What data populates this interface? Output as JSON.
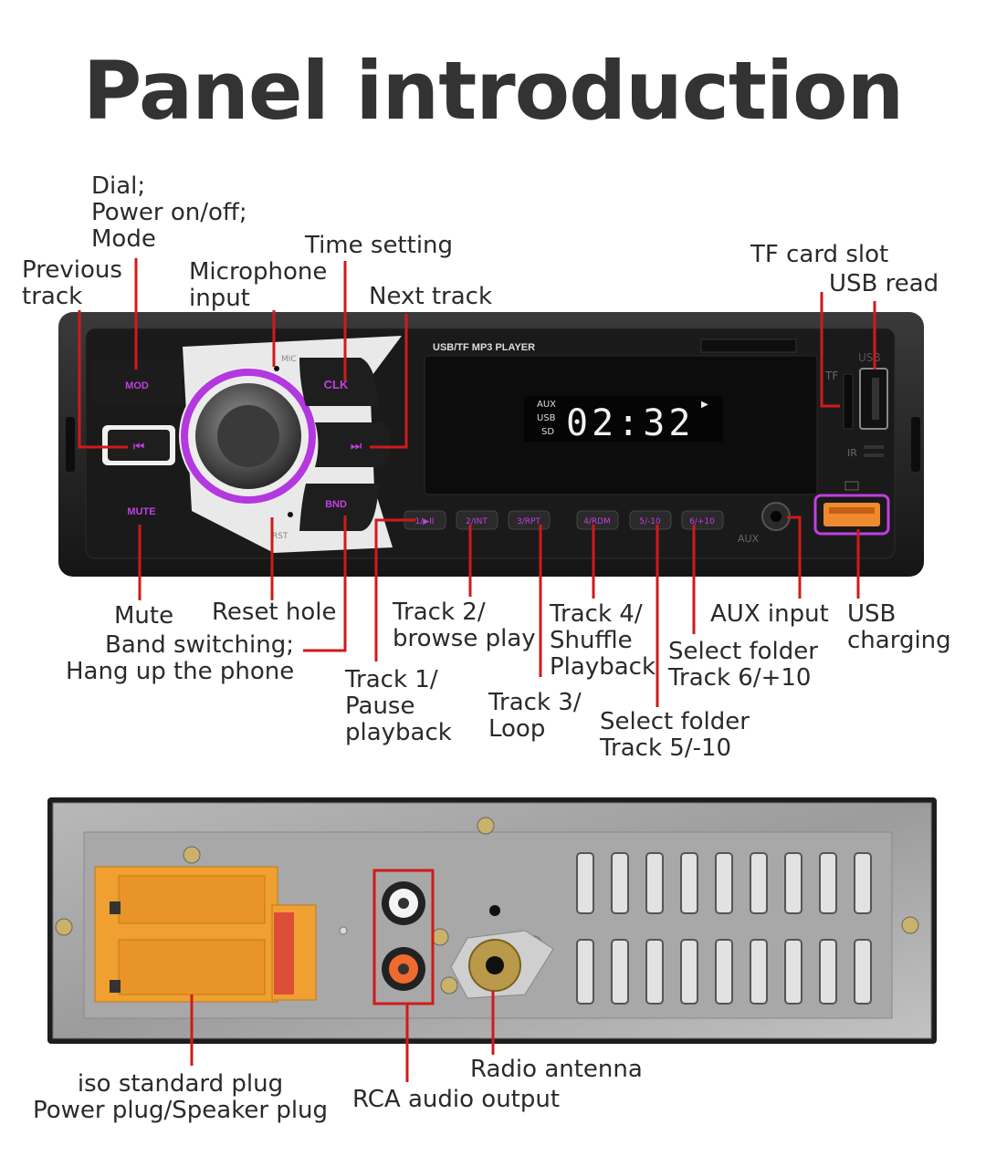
{
  "title": "Panel introduction",
  "front_panel": {
    "display_header": "USB/TF MP3 PLAYER",
    "display_sources": [
      "AUX",
      "USB",
      "SD"
    ],
    "display_time": "02:32",
    "buttons": {
      "mod": "MOD",
      "clk": "CLK",
      "mute": "MUTE",
      "bnd": "BND",
      "mic": "MIC",
      "rst": "RST",
      "preset_1": "1/▶II",
      "preset_2": "2/INT",
      "preset_3": "3/RPT",
      "preset_4": "4/RDM",
      "preset_5": "5/-10",
      "preset_6": "6/+10"
    },
    "port_labels": {
      "tf": "TF",
      "usb": "USB",
      "ir": "IR",
      "aux": "AUX"
    }
  },
  "front_labels": {
    "dial": [
      "Dial;",
      "Power on/off;",
      "Mode"
    ],
    "previous_track": [
      "Previous",
      "track"
    ],
    "time_setting": [
      "Time setting"
    ],
    "microphone": [
      "Microphone",
      "input"
    ],
    "next_track": [
      "Next track"
    ],
    "tf_slot": [
      "TF card slot"
    ],
    "usb_read": [
      "USB read"
    ],
    "mute": [
      "Mute"
    ],
    "reset": [
      "Reset hole"
    ],
    "band": [
      "Band switching;",
      "Hang up the phone"
    ],
    "track1": [
      "Track 1/",
      "Pause",
      "playback"
    ],
    "track2": [
      "Track 2/",
      "browse play"
    ],
    "track3": [
      "Track 3/",
      "Loop"
    ],
    "track4": [
      "Track 4/",
      "Shuffle",
      "Playback"
    ],
    "track5": [
      "Select folder",
      "Track 5/-10"
    ],
    "track6": [
      "Select folder",
      "Track 6/+10"
    ],
    "aux_input": [
      "AUX input"
    ],
    "usb_charging": [
      "USB",
      "charging"
    ]
  },
  "back_labels": {
    "iso": [
      "iso standard plug",
      "Power plug/Speaker plug"
    ],
    "rca": [
      "RCA audio output"
    ],
    "antenna": [
      "Radio antenna"
    ]
  },
  "colors": {
    "callout_line": "#d01a1a",
    "button_text": "#c040e0",
    "display_digits": "#f2f2f2",
    "connector": "#f0a030"
  }
}
